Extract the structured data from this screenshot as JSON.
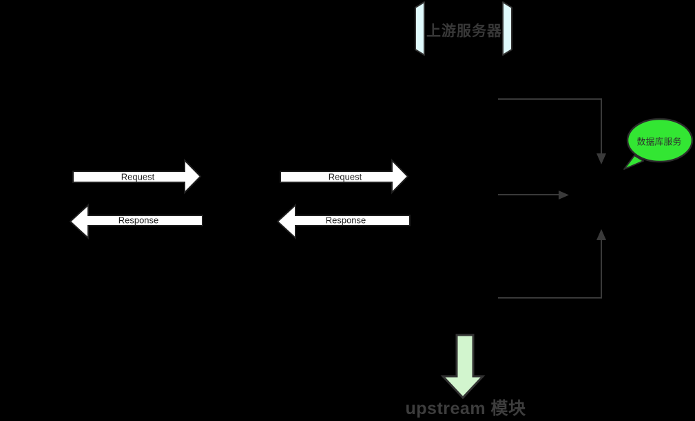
{
  "diagram": {
    "upstream_server": {
      "label": "上游服务器"
    },
    "flow_left": {
      "request_label": "Request",
      "response_label": "Response"
    },
    "flow_right": {
      "request_label": "Request",
      "response_label": "Response"
    },
    "database_bubble": {
      "label": "数据库服务"
    },
    "upstream_module": {
      "label": "upstream 模块"
    }
  },
  "colors": {
    "background": "#000000",
    "server_bracket_fill": "#E0FAFC",
    "shape_outline": "#333333",
    "flow_arrow_fill": "#FFFFFF",
    "flow_arrow_outline": "#1E1E1E",
    "connector_line": "#3A3A3A",
    "bubble_fill": "#33E633",
    "bubble_outline": "#2B2B2B",
    "module_arrow_fill": "#D2F5CE",
    "server_text": "#383838",
    "flow_text": "#1D1D1D",
    "bubble_text": "#2F2F2F",
    "module_text": "#3D3D3D"
  }
}
